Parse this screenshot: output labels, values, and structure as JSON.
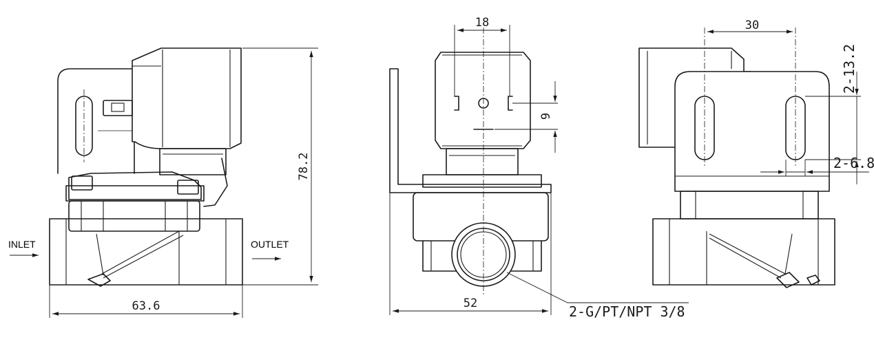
{
  "labels": {
    "inlet": "INLET",
    "outlet": "OUTLET"
  },
  "dimensions": {
    "width_side": "63.6",
    "height": "78.2",
    "terminal_spacing": "18",
    "terminal_offset": "9",
    "width_front": "52",
    "port_thread": "2-G/PT/NPT 3/8",
    "slot_spacing": "30",
    "slot_length": "2-13.2",
    "slot_width": "2-6.8"
  },
  "colors": {
    "line": "#1a1a1a",
    "background": "#ffffff"
  }
}
